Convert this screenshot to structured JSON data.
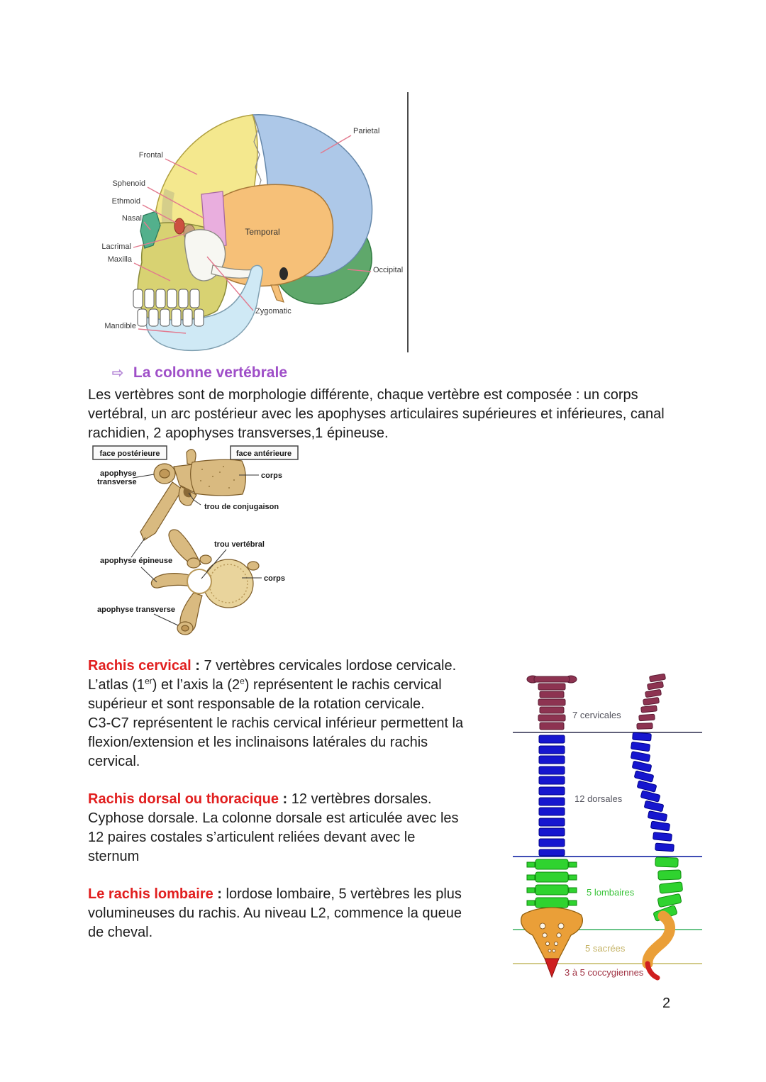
{
  "page": {
    "number": "2"
  },
  "heading": {
    "arrow": "⇨",
    "text": "La colonne vertébrale"
  },
  "intro": {
    "l1": "Les vertèbres sont de morphologie différente, chaque vertèbre est composée : un corps",
    "l2": "vertébral, un arc postérieur avec les apophyses articulaires supérieures et inférieures, canal",
    "l3": "rachidien, 2 apophyses transverses,1 épineuse."
  },
  "paragraphs": {
    "cervical": {
      "title": "Rachis cervical",
      "colon": " : ",
      "l1": "7 vertèbres cervicales lordose cervicale.",
      "l2a": "L’atlas (1",
      "l2sup1": "er",
      "l2b": ") et l’axis la (2",
      "l2sup2": "e",
      "l2c": ") représentent le rachis cervical",
      "l3": "supérieur et sont responsable de la rotation cervicale.",
      "l4": "C3-C7 représentent le rachis cervical inférieur permettent la",
      "l5": "flexion/extension et les inclinaisons latérales du rachis",
      "l6": "cervical."
    },
    "dorsal": {
      "title": "Rachis dorsal ou thoracique",
      "colon": " : ",
      "l1": "12 vertèbres dorsales.",
      "l2": "Cyphose dorsale. La colonne dorsale est articulée avec les",
      "l3": "12 paires costales s’articulent reliées devant avec le",
      "l4": "sternum"
    },
    "lombaire": {
      "title": "Le rachis lombaire",
      "colon": " : ",
      "l1": "lordose lombaire, 5 vertèbres les plus",
      "l2": "volumineuses du rachis. Au niveau L2, commence la queue",
      "l3": "de cheval."
    }
  },
  "skull_figure": {
    "labels": {
      "frontal": "Frontal",
      "sphenoid": "Sphenoid",
      "ethmoid": "Ethmoid",
      "nasal": "Nasal",
      "lacrimal": "Lacrimal",
      "maxilla": "Maxilla",
      "mandible": "Mandible",
      "parietal": "Parietal",
      "temporal": "Temporal",
      "occipital": "Occipital",
      "zygomatic": "Zygomatic"
    }
  },
  "vertebra_figure": {
    "labels": {
      "face_posterieure": "face postérieure",
      "face_anterieure": "face antérieure",
      "apophyse_transverse_line1": "apophyse",
      "apophyse_transverse_line2": "transverse",
      "corps_side": "corps",
      "trou_de_conjugaison": "trou de conjugaison",
      "trou_vertebral": "trou vertébral",
      "apophyse_epineuse": "apophyse épineuse",
      "corps_axial": "corps",
      "apophyse_transverse_bottom": "apophyse transverse"
    }
  },
  "spine_figure": {
    "labels": {
      "cervicales": "7 cervicales",
      "dorsales": "12 dorsales",
      "lombaires": "5 lombaires",
      "sacrees": "5 sacrées",
      "coccygiennes": "3 à 5 coccygiennes"
    }
  },
  "colors": {
    "heading_purple": "#9f4fc8",
    "title_red": "#e11e1e",
    "body_text": "#1d1d1d",
    "spine_cervical": "#8d3351",
    "spine_dorsal": "#1616cf",
    "spine_lumbar": "#2fd32f",
    "spine_sacrum": "#ea9f38",
    "spine_coccyx": "#cf1f1f"
  }
}
